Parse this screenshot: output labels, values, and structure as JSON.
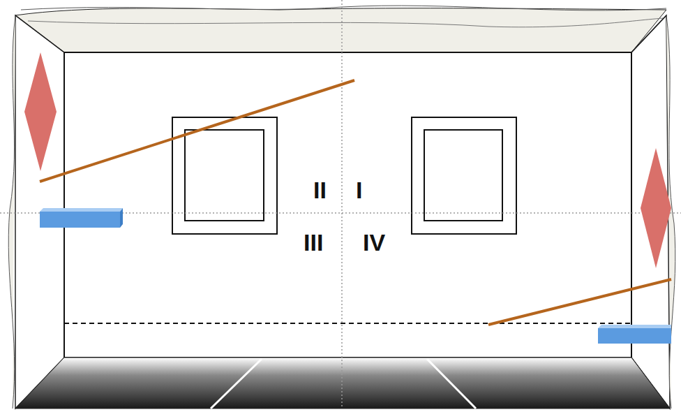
{
  "diagram": {
    "labels": [
      "II",
      "I",
      "III",
      "IV"
    ]
  }
}
